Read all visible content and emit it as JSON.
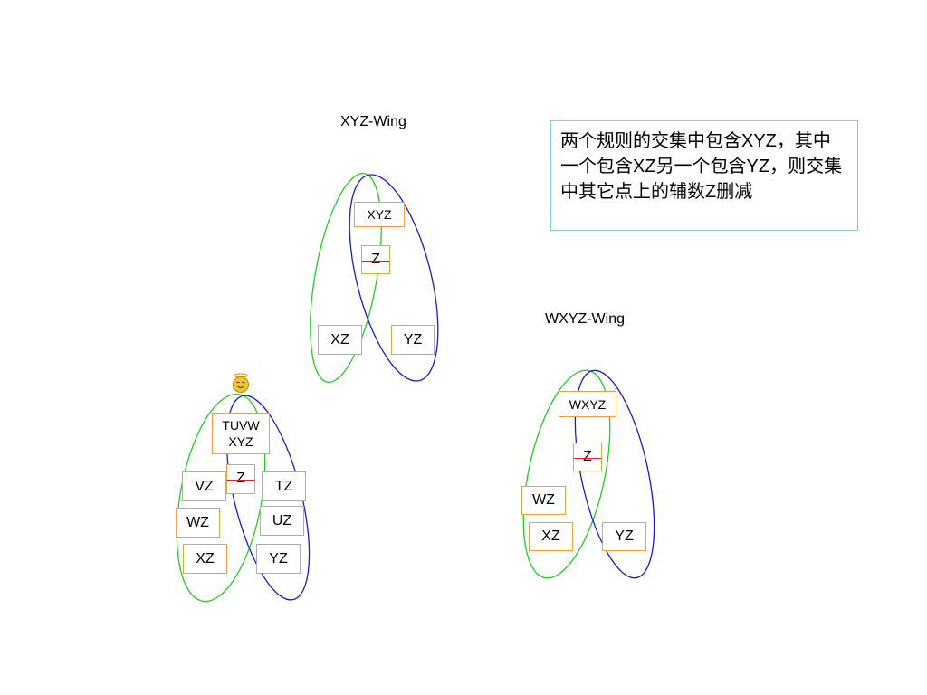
{
  "colors": {
    "green": "#22cc22",
    "blue": "#1a1ad0",
    "box_border": "#f0a040",
    "strike": "#e02020",
    "note_border": "#7fd0d8"
  },
  "note": {
    "text": "两个规则的交集中包含XYZ，其中一个包含XZ另一个包含YZ，则交集中其它点上的辅数Z删减"
  },
  "xyz_wing": {
    "title": "XYZ-Wing",
    "cells": {
      "pivot": "XYZ",
      "eliminated": "Z",
      "left": "XZ",
      "right": "YZ"
    }
  },
  "wxyz_wing": {
    "title": "WXYZ-Wing",
    "cells": {
      "pivot": "WXYZ",
      "eliminated": "Z",
      "extra": "WZ",
      "left": "XZ",
      "right": "YZ"
    }
  },
  "big_wing": {
    "face_icon": "angel-face-icon",
    "cells": {
      "pivot_line1": "TUVW",
      "pivot_line2": "XYZ",
      "eliminated": "Z",
      "vz": "VZ",
      "tz": "TZ",
      "wz": "WZ",
      "uz": "UZ",
      "xz": "XZ",
      "yz": "YZ"
    }
  }
}
